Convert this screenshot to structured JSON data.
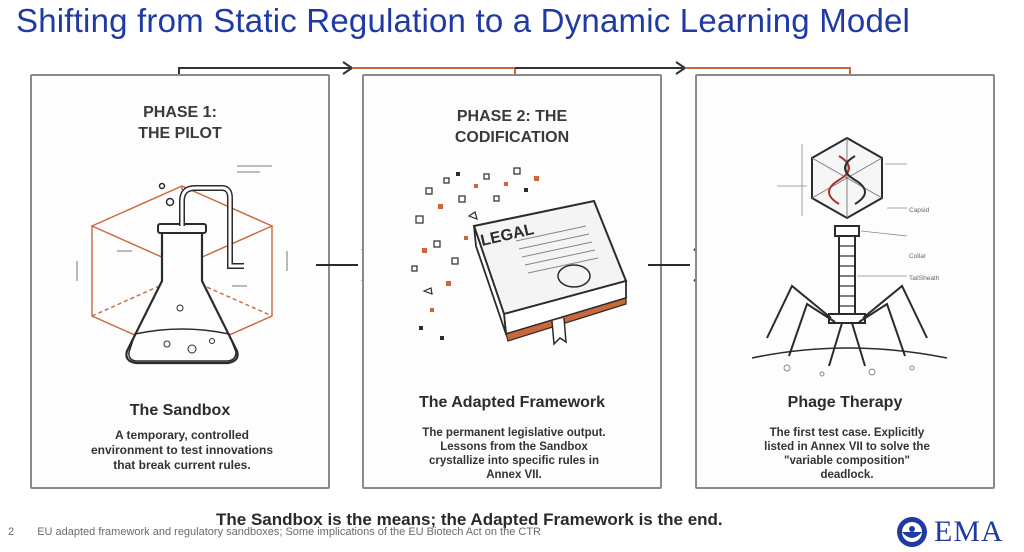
{
  "slide": {
    "title": "Shifting from Static Regulation to a Dynamic Learning Model",
    "tagline": "The Sandbox is the means; the Adapted Framework is the end.",
    "page_number": "2",
    "footer_text": "EU adapted framework and regulatory sandboxes; Some implications of the EU Biotech Act on the CTR",
    "logo_text": "EMA"
  },
  "panels": [
    {
      "phase_line1": "PHASE 1:",
      "phase_line2": "THE PILOT",
      "card_title": "The Sandbox",
      "desc_line1": "A temporary, controlled",
      "desc_line2": "environment to test innovations",
      "desc_line3": "that break current rules.",
      "icon": "sandbox-flask-icon"
    },
    {
      "phase_line1": "PHASE 2: THE",
      "phase_line2": "CODIFICATION",
      "card_title": "The Adapted Framework",
      "desc_line1": "The permanent legislative output.",
      "desc_line2": "Lessons from the Sandbox",
      "desc_line3": "crystallize into specific rules in",
      "desc_line4": "Annex VII.",
      "book_label": "LEGAL",
      "icon": "legal-book-icon"
    },
    {
      "card_title": "Phage Therapy",
      "desc_line1": "The first test case. Explicitly",
      "desc_line2": "listed in Annex VII to solve the",
      "desc_line3": "\"variable composition\"",
      "desc_line4": "deadlock.",
      "labels": {
        "capsid": "Capsid",
        "collar": "Collar",
        "tail_sheath": "TailSheath"
      },
      "icon": "bacteriophage-icon"
    }
  ],
  "colors": {
    "title_blue": "#1f3aa3",
    "accent_orange": "#c8683b",
    "ink": "#333333",
    "panel_border": "#8a8a8a"
  }
}
